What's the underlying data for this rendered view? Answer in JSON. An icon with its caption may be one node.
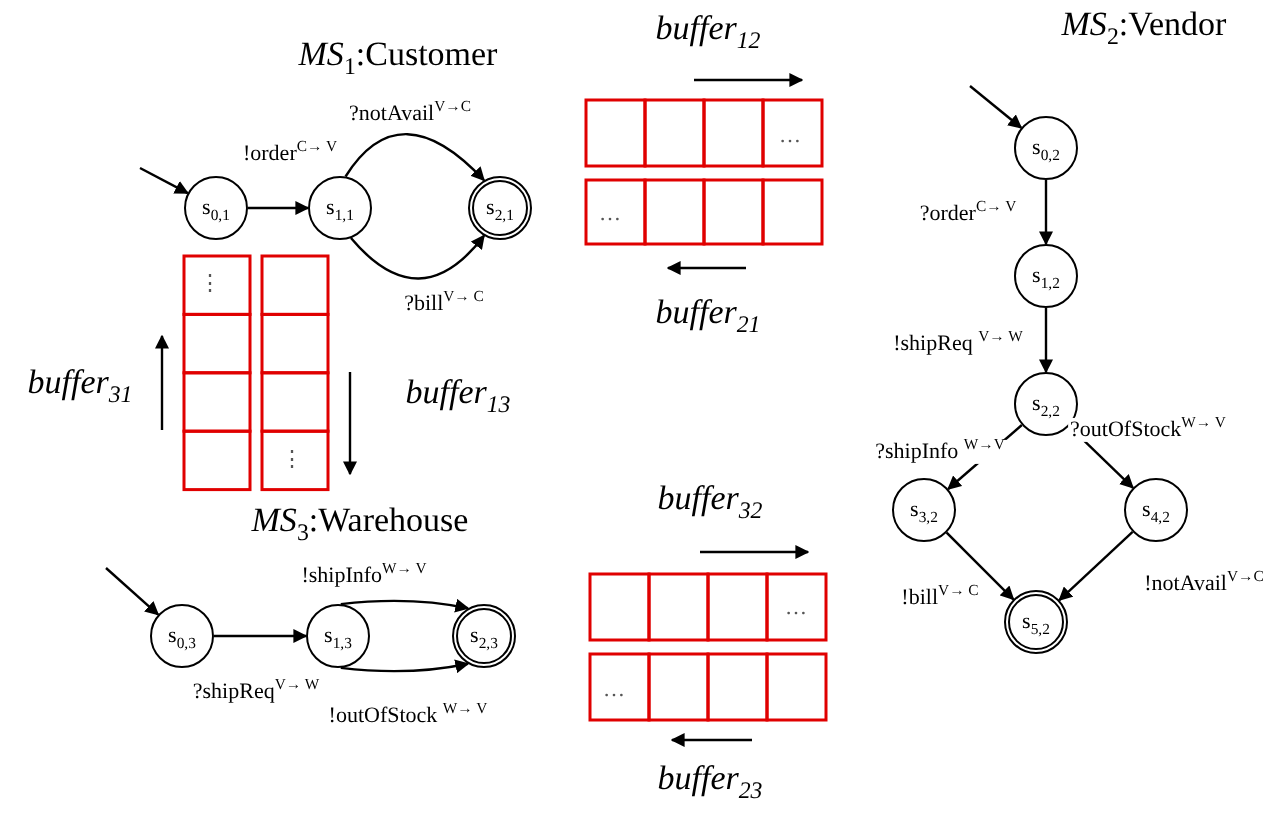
{
  "diagram": {
    "nodes": [
      {
        "text": [
          "s$_{0,1}$"
        ]
      },
      {
        "text": [
          "s$_{1,1}$"
        ]
      },
      {
        "text": [
          "s$_{2,1}$"
        ]
      },
      {
        "text": [
          "s$_{0,2}$"
        ]
      },
      {
        "text": [
          "s$_{1,2}$"
        ]
      },
      {
        "text": [
          "s$_{2,2}$"
        ]
      },
      {
        "text": [
          "s$_{3,2}$"
        ]
      },
      {
        "text": [
          "s$_{4,2}$"
        ]
      },
      {
        "text": [
          "s$_{5,2}$"
        ]
      },
      {
        "text": [
          "s$_{0,3}$"
        ]
      },
      {
        "text": [
          "s$_{1,3}$"
        ]
      },
      {
        "text": [
          "s$_{2,3}$"
        ]
      }
    ],
    "edges": [
      {
        "from": null,
        "to": 0,
        "arrow": "to"
      },
      {
        "from": 0,
        "to": 1,
        "arrow": "to",
        "label": "!order$^{C→ V}$"
      },
      {
        "from": 1,
        "to": 2,
        "arrow": "to",
        "label": "?notAvail$^{V→C}$"
      },
      {
        "from": 1,
        "to": 2,
        "arrow": "to",
        "label": "?bill$^{V→ C}$"
      },
      {
        "from": null,
        "to": 3,
        "arrow": "to"
      },
      {
        "from": 3,
        "to": 4,
        "arrow": "to",
        "label": "?order$^{C→ V}$"
      },
      {
        "from": 4,
        "to": 5,
        "arrow": "to",
        "label": "!shipReq $^{V→ W}$"
      },
      {
        "from": 5,
        "to": 6,
        "arrow": "to",
        "label": "?shipInfo $^{W→V}$"
      },
      {
        "from": 5,
        "to": 7,
        "arrow": "to",
        "label": "?outOfStock$^{W→ V}$"
      },
      {
        "from": 6,
        "to": 8,
        "arrow": "to",
        "label": "!bill$^{V→ C}$"
      },
      {
        "from": 7,
        "to": 8,
        "arrow": "to",
        "label": "!notAvail$^{V→C}$"
      },
      {
        "from": null,
        "to": 9,
        "arrow": "to"
      },
      {
        "from": 9,
        "to": 10,
        "arrow": "to",
        "label": "?shipReq$^{V→ W}$"
      },
      {
        "from": 10,
        "to": 11,
        "arrow": "to",
        "label": "!shipInfo$^{W→ V}$"
      },
      {
        "from": 10,
        "to": 11,
        "arrow": "to",
        "label": "!outOfStock $^{W→ V}$"
      }
    ],
    "labels": [
      "*MS*$_{1}$:Customer",
      "buffer$_{12}$",
      "*MS*$_{2}$:Vendor",
      "…",
      "…",
      "⋮",
      "buffer$_{21}$",
      "buffer$_{31}$",
      "buffer$_{13}$",
      "⋮",
      "*MS*$_{3}$:Warehouse",
      "buffer$_{32}$",
      "…",
      "…",
      "buffer$_{23}$"
    ]
  }
}
